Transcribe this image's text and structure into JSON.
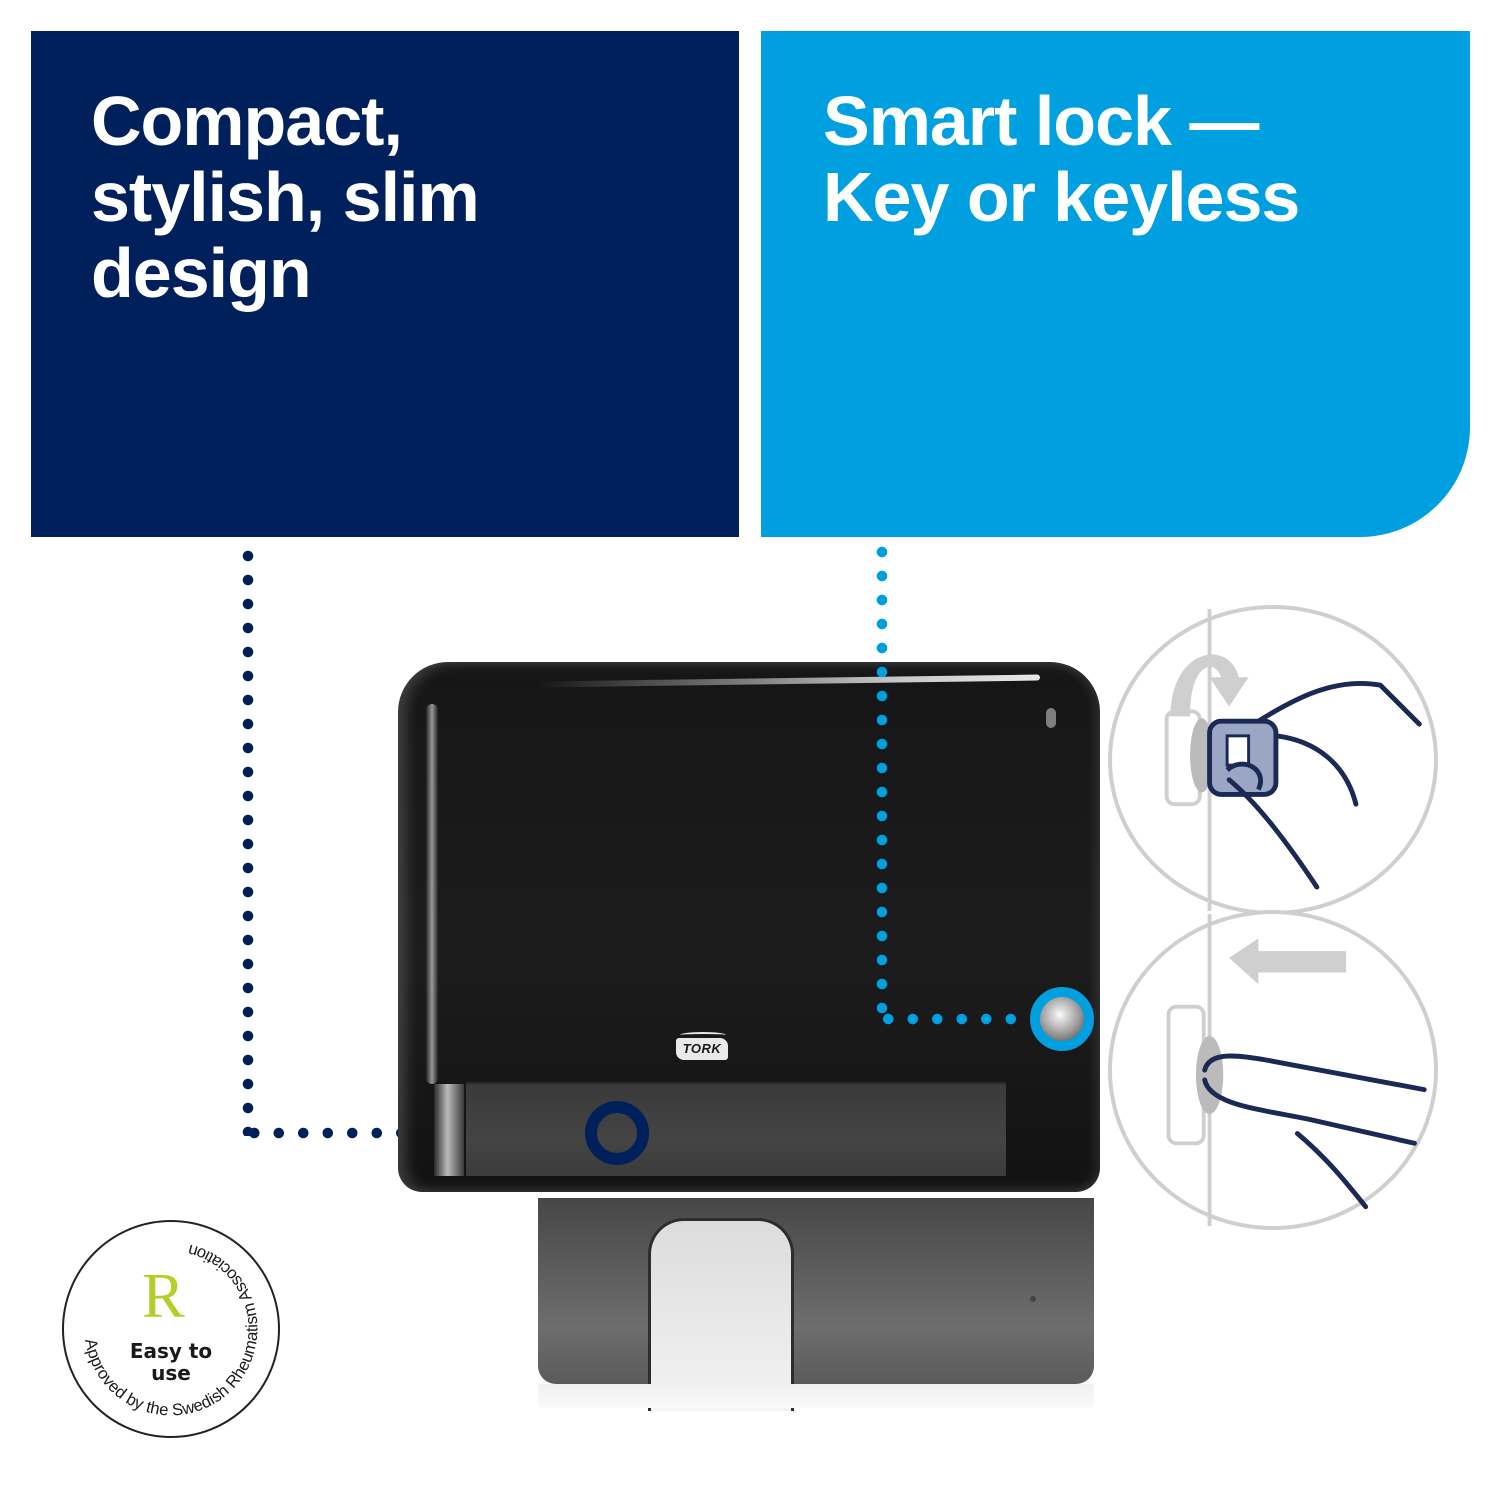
{
  "panels": {
    "left": {
      "headline": "Compact,\nstylish, slim\ndesign",
      "bg_color": "#00205b"
    },
    "right": {
      "headline": "Smart lock —\nKey or keyless",
      "bg_color": "#009fdf"
    }
  },
  "product": {
    "brand_logo": "TORK",
    "color": "black"
  },
  "illustrations": [
    {
      "step": "key-unlock",
      "description": "Hand turning key in lock, curved arrow"
    },
    {
      "step": "keyless-push",
      "description": "Finger pushing lock button, left arrow"
    }
  ],
  "badge": {
    "ring_text": "Approved by the Swedish Rheumatism Association",
    "logo_letter": "R",
    "main_text": "Easy to\nuse"
  },
  "colors": {
    "navy": "#00205b",
    "cyan": "#009fdf",
    "badge_green": "#b5cf2a"
  }
}
